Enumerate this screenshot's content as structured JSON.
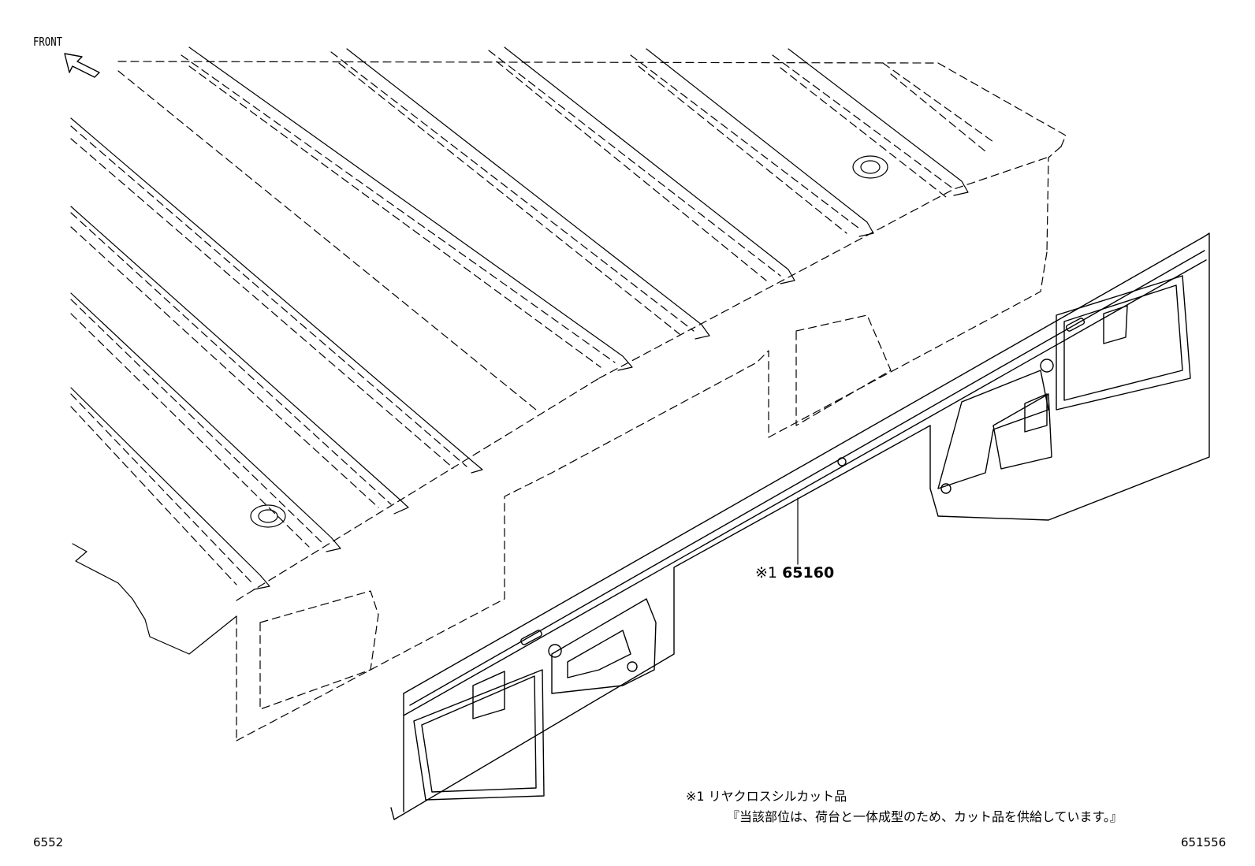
{
  "labels": {
    "front": "FRONT",
    "callout_mark": "※1",
    "callout_part": "65160",
    "note_line1": "※1 リヤクロスシルカット品",
    "note_line2": "『当該部位は、荷台と一体成型のため、カット品を供給しています。』",
    "fig_left": "6552",
    "fig_right": "651556"
  },
  "icons": {
    "front_arrow": "front-direction-arrow-icon"
  },
  "colors": {
    "line": "#000000",
    "background": "#ffffff"
  }
}
